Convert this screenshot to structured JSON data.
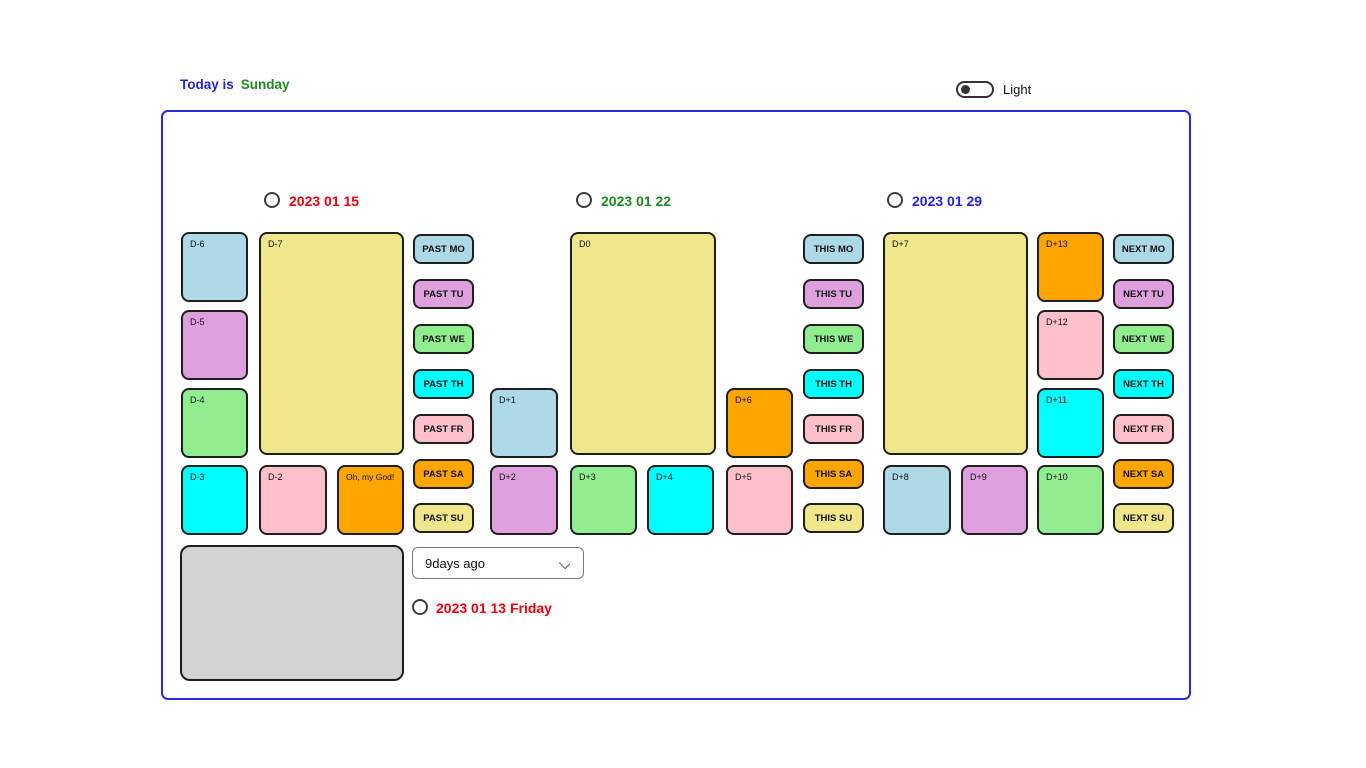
{
  "header": {
    "today_prefix": "Today is",
    "today_day": "Sunday",
    "today_prefix_color": "#2323d3",
    "today_day_color": "#1f8a1f",
    "theme_toggle_label": "Light",
    "theme_toggle_state": "off"
  },
  "colors": {
    "frame_border": "#2a2ae0",
    "box_border": "#1f1f1f",
    "monday": "#ADD8E6",
    "tuesday": "#DDA0DD",
    "wednesday": "#90EE90",
    "thursday": "#00FFFF",
    "friday": "#FFC0CB",
    "saturday": "#FFA500",
    "sunday": "#F0E68C",
    "placeholder_gray": "#D3D3D3"
  },
  "weeks": [
    {
      "name": "past-week",
      "date": "2023 01 15",
      "date_color": "#e8000d",
      "boxes": [
        {
          "label": "D-6",
          "bg": "#ADD8E6"
        },
        {
          "label": "D-5",
          "bg": "#DDA0DD"
        },
        {
          "label": "D-4",
          "bg": "#90EE90"
        },
        {
          "label": "D-7",
          "bg": "#F0E68C"
        },
        {
          "label": "D-3",
          "bg": "#00FFFF"
        },
        {
          "label": "D-2",
          "bg": "#FFC0CB"
        },
        {
          "label": "Oh, my God!",
          "bg": "#FFA500"
        }
      ],
      "days": [
        {
          "label": "PAST MO",
          "bg": "#ADD8E6"
        },
        {
          "label": "PAST TU",
          "bg": "#DDA0DD"
        },
        {
          "label": "PAST WE",
          "bg": "#90EE90"
        },
        {
          "label": "PAST TH",
          "bg": "#00FFFF"
        },
        {
          "label": "PAST FR",
          "bg": "#FFC0CB"
        },
        {
          "label": "PAST SA",
          "bg": "#FFA500"
        },
        {
          "label": "PAST SU",
          "bg": "#F0E68C"
        }
      ]
    },
    {
      "name": "this-week",
      "date": "2023 01 22",
      "date_color": "#1f8a1f",
      "boxes": [
        {
          "label": "D+1",
          "bg": "#ADD8E6"
        },
        {
          "label": "D0",
          "bg": "#F0E68C"
        },
        {
          "label": "D+6",
          "bg": "#FFA500"
        },
        {
          "label": "D+2",
          "bg": "#DDA0DD"
        },
        {
          "label": "D+3",
          "bg": "#90EE90"
        },
        {
          "label": "D+4",
          "bg": "#00FFFF"
        },
        {
          "label": "D+5",
          "bg": "#FFC0CB"
        }
      ],
      "days": [
        {
          "label": "THIS MO",
          "bg": "#ADD8E6"
        },
        {
          "label": "THIS TU",
          "bg": "#DDA0DD"
        },
        {
          "label": "THIS WE",
          "bg": "#90EE90"
        },
        {
          "label": "THIS TH",
          "bg": "#00FFFF"
        },
        {
          "label": "THIS FR",
          "bg": "#FFC0CB"
        },
        {
          "label": "THIS SA",
          "bg": "#FFA500"
        },
        {
          "label": "THIS SU",
          "bg": "#F0E68C"
        }
      ]
    },
    {
      "name": "next-week",
      "date": "2023 01 29",
      "date_color": "#2020e8",
      "boxes": [
        {
          "label": "D+7",
          "bg": "#F0E68C"
        },
        {
          "label": "D+13",
          "bg": "#FFA500"
        },
        {
          "label": "D+12",
          "bg": "#FFC0CB"
        },
        {
          "label": "D+11",
          "bg": "#00FFFF"
        },
        {
          "label": "D+8",
          "bg": "#ADD8E6"
        },
        {
          "label": "D+9",
          "bg": "#DDA0DD"
        },
        {
          "label": "D+10",
          "bg": "#90EE90"
        }
      ],
      "days": [
        {
          "label": "NEXT MO",
          "bg": "#ADD8E6"
        },
        {
          "label": "NEXT TU",
          "bg": "#DDA0DD"
        },
        {
          "label": "NEXT WE",
          "bg": "#90EE90"
        },
        {
          "label": "NEXT TH",
          "bg": "#00FFFF"
        },
        {
          "label": "NEXT FR",
          "bg": "#FFC0CB"
        },
        {
          "label": "NEXT SA",
          "bg": "#FFA500"
        },
        {
          "label": "NEXT SU",
          "bg": "#F0E68C"
        }
      ]
    }
  ],
  "footer": {
    "dropdown_value": "9days ago",
    "selected_label": "2023 01 13 Friday",
    "selected_color": "#e8000d"
  }
}
